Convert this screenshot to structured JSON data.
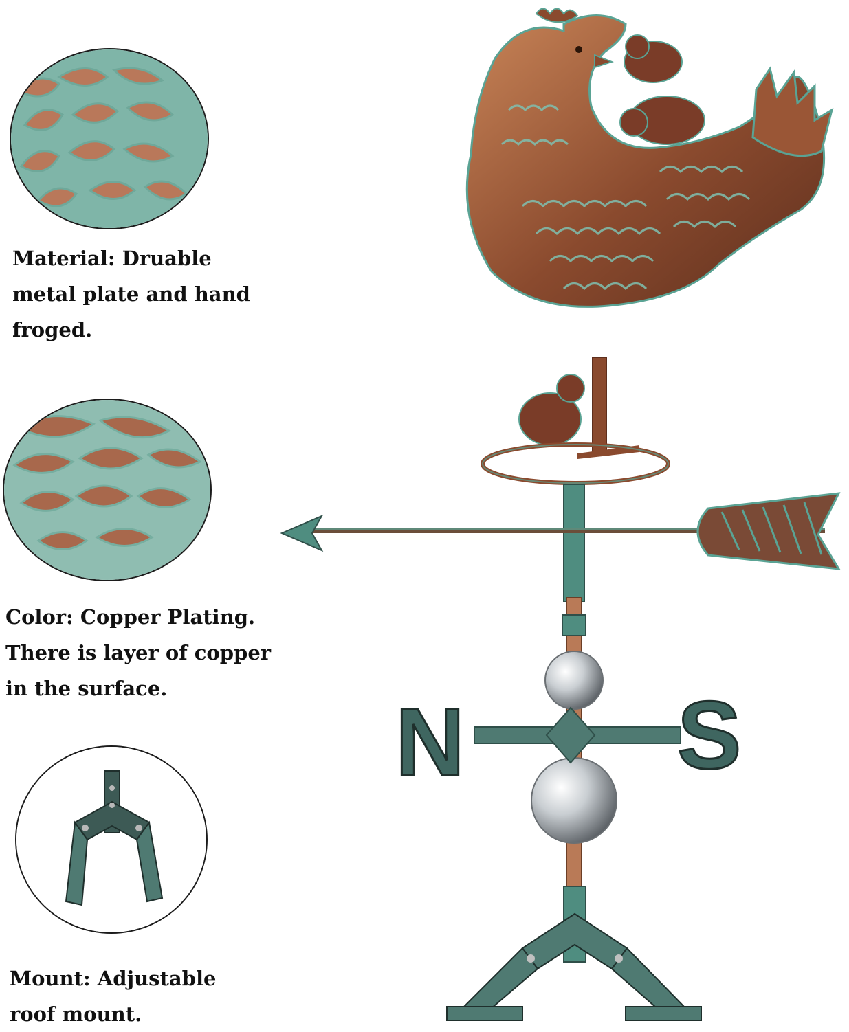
{
  "details": [
    {
      "name": "material",
      "caption": [
        "Material: Druable",
        "metal plate and hand",
        "froged."
      ]
    },
    {
      "name": "color",
      "caption": [
        "Color: Copper Plating.",
        "There is layer of copper",
        "in the surface."
      ]
    },
    {
      "name": "mount",
      "caption": [
        "Mount: Adjustable",
        "roof mount."
      ]
    }
  ],
  "compass": {
    "north": "N",
    "south": "S"
  },
  "colors": {
    "copper": "#8a4a2e",
    "copper_light": "#c07a50",
    "verdigris": "#5aa394",
    "chrome": "#cfd3d6",
    "caption_text": "#111111"
  }
}
